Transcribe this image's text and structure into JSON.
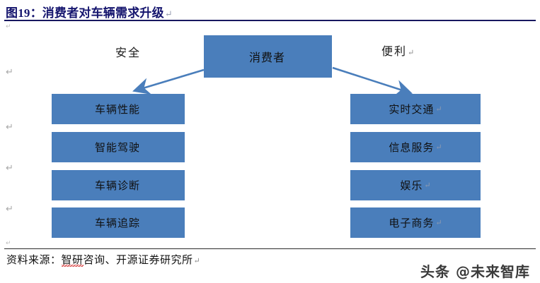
{
  "figure": {
    "title": "图19：消费者对车辆需求升级",
    "title_mark": "↵",
    "source_prefix": "资料来源：",
    "source_misspelled": "智研",
    "source_rest": "咨询、开源证券研究所",
    "source_mark": "↵"
  },
  "watermark": {
    "text": "头条 @未来智库"
  },
  "colors": {
    "box_fill": "#4a7ebb",
    "arrow": "#4a7ebb",
    "title": "#15156e",
    "rule_top": "#17175f",
    "rule_bottom": "#2b2b2b",
    "spellcheck": "#d02020"
  },
  "diagram": {
    "type": "hierarchy",
    "root": {
      "label": "消费者",
      "mark": ""
    },
    "branches": [
      {
        "label": "安全",
        "mark": "",
        "side": "left",
        "nodes": [
          {
            "label": "车辆性能",
            "mark": ""
          },
          {
            "label": "智能驾驶",
            "mark": ""
          },
          {
            "label": "车辆诊断",
            "mark": ""
          },
          {
            "label": "车辆追踪",
            "mark": ""
          }
        ]
      },
      {
        "label": "便利",
        "mark": "↵",
        "side": "right",
        "nodes": [
          {
            "label": "实时交通",
            "mark": "↵"
          },
          {
            "label": "信息服务",
            "mark": "↵"
          },
          {
            "label": "娱乐",
            "mark": "↵"
          },
          {
            "label": "电子商务",
            "mark": "↵"
          }
        ]
      }
    ]
  },
  "margin_marks": [
    "↵",
    "↵",
    "↵",
    "↵",
    "↵",
    "↵"
  ]
}
